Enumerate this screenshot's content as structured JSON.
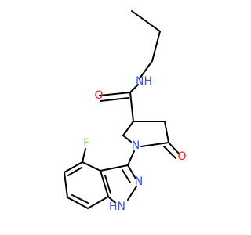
{
  "colors": {
    "bond": "#000000",
    "N": "#3050F8",
    "O": "#FF0D0D",
    "F": "#90E050",
    "background": "#ffffff"
  },
  "atoms": {
    "nh_amide": {
      "text": "N",
      "sub": "H",
      "element": "N"
    },
    "o_amide": {
      "text": "O",
      "element": "O"
    },
    "n_ring": {
      "text": "N",
      "element": "N"
    },
    "o_ring": {
      "text": "O",
      "element": "O"
    },
    "f": {
      "text": "F",
      "element": "F"
    },
    "n2": {
      "text": "N",
      "element": "N"
    },
    "n1h": {
      "text": "N",
      "prefix": "H",
      "element": "N"
    }
  }
}
